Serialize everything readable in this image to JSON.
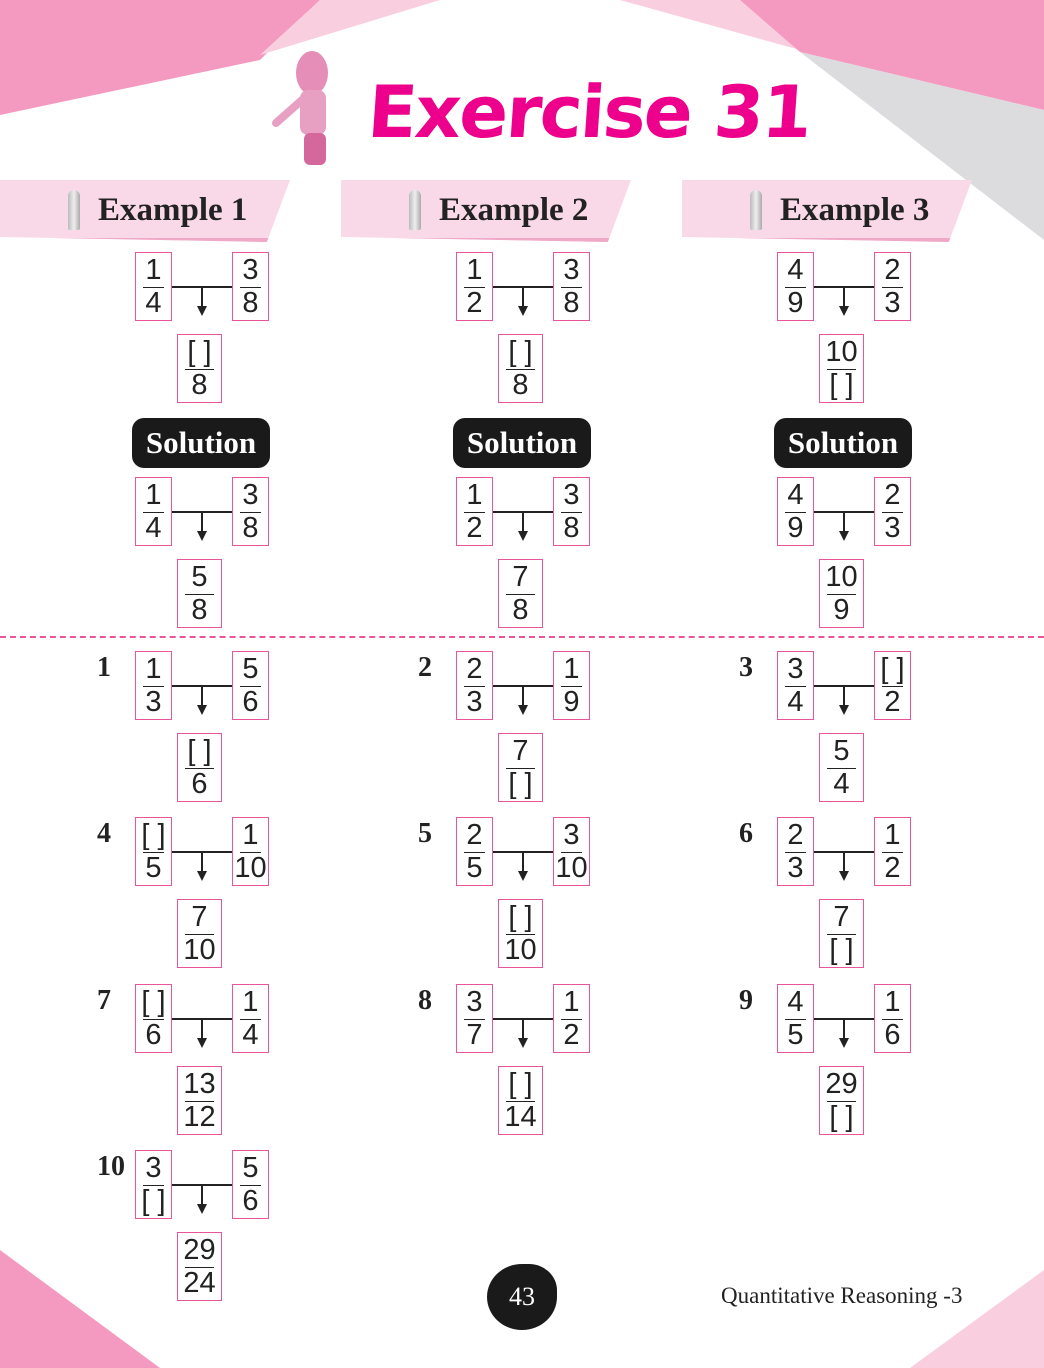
{
  "title": "Exercise 31",
  "examples": [
    {
      "label": "Example 1",
      "left": {
        "n": "1",
        "d": "4"
      },
      "right": {
        "n": "3",
        "d": "8"
      },
      "result": {
        "n": "[ ]",
        "d": "8"
      },
      "solution": {
        "left": {
          "n": "1",
          "d": "4"
        },
        "right": {
          "n": "3",
          "d": "8"
        },
        "result": {
          "n": "5",
          "d": "8"
        }
      }
    },
    {
      "label": "Example 2",
      "left": {
        "n": "1",
        "d": "2"
      },
      "right": {
        "n": "3",
        "d": "8"
      },
      "result": {
        "n": "[ ]",
        "d": "8"
      },
      "solution": {
        "left": {
          "n": "1",
          "d": "2"
        },
        "right": {
          "n": "3",
          "d": "8"
        },
        "result": {
          "n": "7",
          "d": "8"
        }
      }
    },
    {
      "label": "Example 3",
      "left": {
        "n": "4",
        "d": "9"
      },
      "right": {
        "n": "2",
        "d": "3"
      },
      "result": {
        "n": "10",
        "d": "[ ]"
      },
      "solution": {
        "left": {
          "n": "4",
          "d": "9"
        },
        "right": {
          "n": "2",
          "d": "3"
        },
        "result": {
          "n": "10",
          "d": "9"
        }
      }
    }
  ],
  "solution_label": "Solution",
  "problems": [
    {
      "num": "1",
      "left": {
        "n": "1",
        "d": "3"
      },
      "right": {
        "n": "5",
        "d": "6"
      },
      "result": {
        "n": "[ ]",
        "d": "6"
      }
    },
    {
      "num": "2",
      "left": {
        "n": "2",
        "d": "3"
      },
      "right": {
        "n": "1",
        "d": "9"
      },
      "result": {
        "n": "7",
        "d": "[ ]"
      }
    },
    {
      "num": "3",
      "left": {
        "n": "3",
        "d": "4"
      },
      "right": {
        "n": "[ ]",
        "d": "2"
      },
      "result": {
        "n": "5",
        "d": "4"
      }
    },
    {
      "num": "4",
      "left": {
        "n": "[ ]",
        "d": "5"
      },
      "right": {
        "n": "1",
        "d": "10"
      },
      "result": {
        "n": "7",
        "d": "10"
      }
    },
    {
      "num": "5",
      "left": {
        "n": "2",
        "d": "5"
      },
      "right": {
        "n": "3",
        "d": "10"
      },
      "result": {
        "n": "[ ]",
        "d": "10"
      }
    },
    {
      "num": "6",
      "left": {
        "n": "2",
        "d": "3"
      },
      "right": {
        "n": "1",
        "d": "2"
      },
      "result": {
        "n": "7",
        "d": "[ ]"
      }
    },
    {
      "num": "7",
      "left": {
        "n": "[ ]",
        "d": "6"
      },
      "right": {
        "n": "1",
        "d": "4"
      },
      "result": {
        "n": "13",
        "d": "12"
      }
    },
    {
      "num": "8",
      "left": {
        "n": "3",
        "d": "7"
      },
      "right": {
        "n": "1",
        "d": "2"
      },
      "result": {
        "n": "[ ]",
        "d": "14"
      }
    },
    {
      "num": "9",
      "left": {
        "n": "4",
        "d": "5"
      },
      "right": {
        "n": "1",
        "d": "6"
      },
      "result": {
        "n": "29",
        "d": "[ ]"
      }
    },
    {
      "num": "10",
      "left": {
        "n": "3",
        "d": "[ ]"
      },
      "right": {
        "n": "5",
        "d": "6"
      },
      "result": {
        "n": "29",
        "d": "24"
      }
    }
  ],
  "footer": {
    "page_number": "43",
    "book_title": "Quantitative Reasoning -3"
  },
  "colors": {
    "accent": "#ec008c",
    "box_border": "#e9559a",
    "banner": "#f9d9e7"
  }
}
